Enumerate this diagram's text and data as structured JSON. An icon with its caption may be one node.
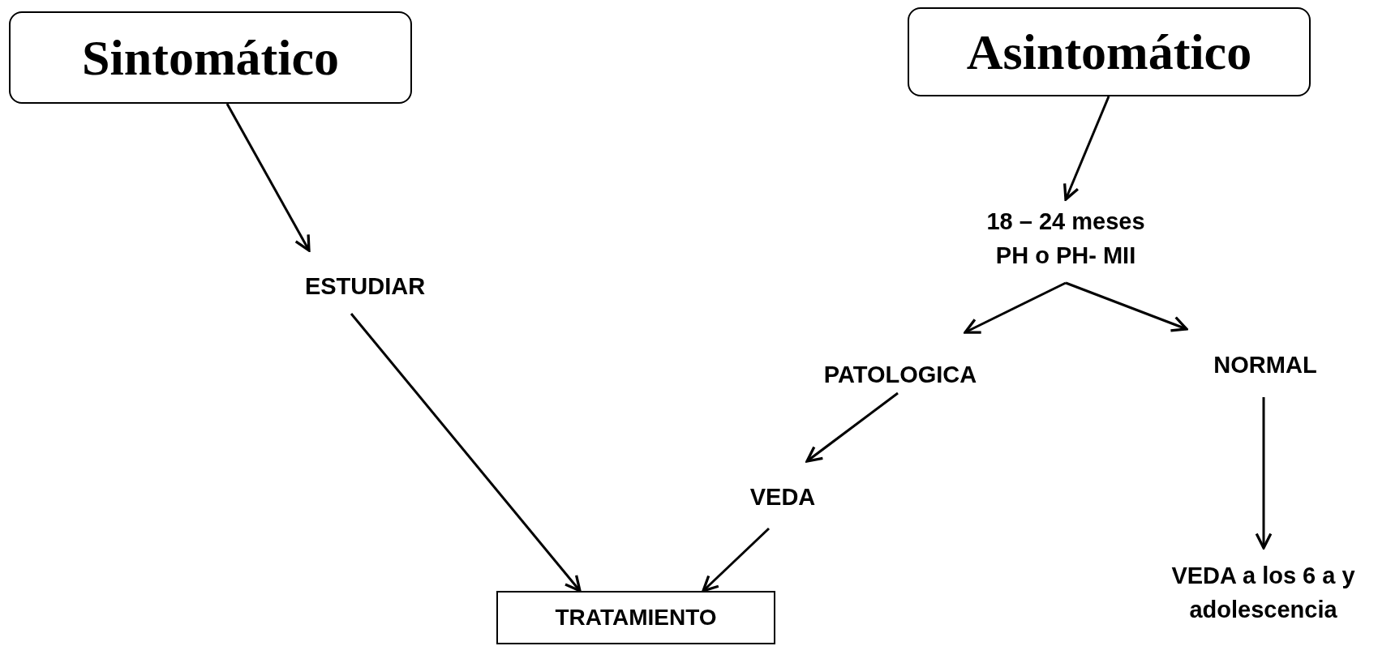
{
  "diagram": {
    "nodes": [
      {
        "text": [
          "Sintomático"
        ]
      },
      {
        "text": [
          "Asintomático"
        ]
      },
      {
        "text": [
          "ESTUDIAR"
        ]
      },
      {
        "text": [
          "18 – 24 meses PH o PH- MII"
        ]
      },
      {
        "text": [
          "PATOLOGICA"
        ]
      },
      {
        "text": [
          "NORMAL"
        ]
      },
      {
        "text": [
          "VEDA"
        ]
      },
      {
        "text": [
          "TRATAMIENTO"
        ]
      },
      {
        "text": [
          "VEDA a los 6 a y adolescencia"
        ]
      }
    ],
    "edges": [
      {
        "from": 0,
        "to": 2,
        "arrow": "to"
      },
      {
        "from": 2,
        "to": 7,
        "arrow": "to"
      },
      {
        "from": 1,
        "to": 3,
        "arrow": "to"
      },
      {
        "from": 3,
        "to": 4,
        "arrow": "to"
      },
      {
        "from": 3,
        "to": 5,
        "arrow": "to"
      },
      {
        "from": 4,
        "to": 6,
        "arrow": "to"
      },
      {
        "from": 6,
        "to": 7,
        "arrow": "to"
      },
      {
        "from": 5,
        "to": 8,
        "arrow": "to"
      }
    ]
  }
}
